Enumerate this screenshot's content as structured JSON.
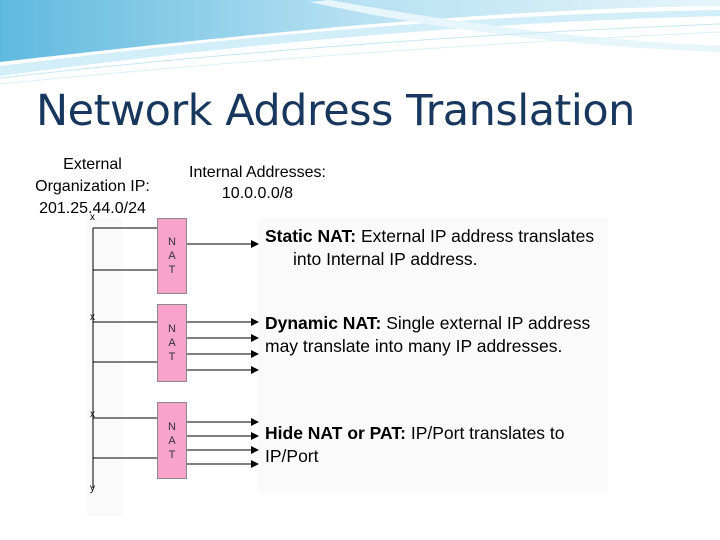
{
  "title": "Network Address Translation",
  "external_label": {
    "line1": "External",
    "line2": "Organization IP:",
    "line3": "201.25.44.0/24"
  },
  "internal_label": {
    "line1": "Internal Addresses:",
    "line2": "10.0.0.0/8"
  },
  "nat_box": {
    "l1": "N",
    "l2": "A",
    "l3": "T"
  },
  "markers": {
    "x1": "x",
    "x2": "x",
    "x3": "x",
    "y": "y"
  },
  "rows": [
    {
      "term": "Static NAT:",
      "text": " External IP address translates into Internal IP address."
    },
    {
      "term": "Dynamic NAT:",
      "text": " Single external IP address may translate into many IP addresses."
    },
    {
      "term": "Hide NAT or PAT:",
      "text": " IP/Port translates to IP/Port"
    }
  ],
  "colors": {
    "title": "#17375e",
    "nat_fill": "#f7a3cc",
    "header_swoosh": "#a6d8ee"
  }
}
